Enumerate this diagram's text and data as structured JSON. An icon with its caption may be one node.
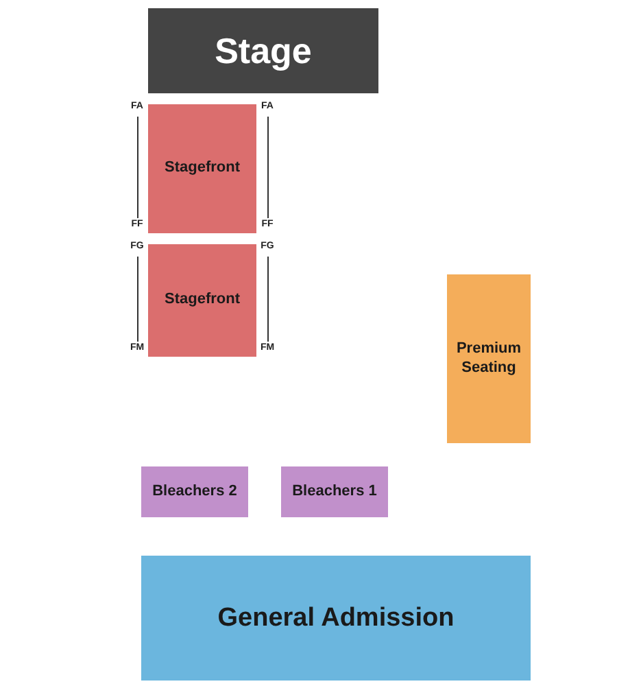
{
  "diagram": {
    "nodes": [
      {
        "text": [
          "Stage"
        ]
      },
      {
        "text": [
          "Stagefront"
        ],
        "beside": [
          "FA",
          "FF",
          "FA",
          "FF"
        ]
      },
      {
        "text": [
          "Stagefront"
        ],
        "beside": [
          "FG",
          "FM",
          "FG",
          "FM"
        ]
      },
      {
        "text": [
          "Premium Seating"
        ]
      },
      {
        "text": [
          "Bleachers 2"
        ]
      },
      {
        "text": [
          "Bleachers 1"
        ]
      },
      {
        "text": [
          "General Admission"
        ]
      }
    ]
  }
}
